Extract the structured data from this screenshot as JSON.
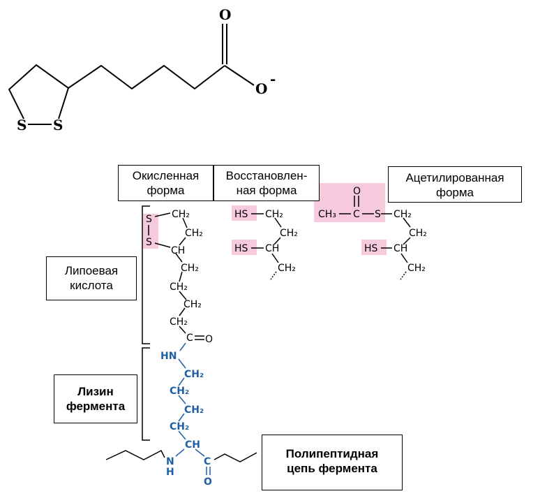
{
  "colors": {
    "lysine_blue": "#1f5fa5",
    "highlight_pink": "#f6c9dc",
    "bond_black": "#000000"
  },
  "top_molecule": {
    "o_double": "O",
    "o_minus": "O",
    "charge": "-",
    "s1": "S",
    "s2": "S"
  },
  "boxes": {
    "oxidized": {
      "line1": "Окисленная",
      "line2": "форма"
    },
    "reduced": {
      "line1": "Восстановлен-",
      "line2": "ная форма"
    },
    "acetylated": {
      "line1": "Ацетилированная",
      "line2": "форма"
    },
    "lipoic": {
      "line1": "Липоевая",
      "line2": "кислота"
    },
    "lysine": {
      "line1": "Лизин",
      "line2": "фермента"
    },
    "polypeptide": {
      "line1": "Полипептидная",
      "line2": "цепь фермента"
    }
  },
  "atoms": {
    "ox_s1": "S",
    "ox_s2": "S",
    "ox_ch2_1": "CH₂",
    "ox_ch2_2": "CH₂",
    "ox_ch": "CH",
    "ox_ch2_3": "CH₂",
    "ox_ch2_4": "CH₂",
    "ox_ch2_5": "CH₂",
    "ox_ch2_6": "CH₂",
    "ox_c": "C",
    "ox_o": "O",
    "lys_hn": "HN",
    "lys_ch2_1": "CH₂",
    "lys_ch2_2": "CH₂",
    "lys_ch2_3": "CH₂",
    "lys_ch2_4": "CH₂",
    "lys_ch": "CH",
    "lys_n": "N",
    "lys_h": "H",
    "lys_c": "C",
    "lys_o": "O",
    "red_hs1": "HS",
    "red_ch2_1": "CH₂",
    "red_ch2_2": "CH₂",
    "red_hs2": "HS",
    "red_ch": "CH",
    "red_ch2_3": "CH₂",
    "ac_ch3": "CH₃",
    "ac_c": "C",
    "ac_o": "O",
    "ac_s": "S",
    "ac_ch2_1": "CH₂",
    "ac_ch2_2": "CH₂",
    "ac_hs": "HS",
    "ac_ch": "CH",
    "ac_ch2_3": "CH₂"
  }
}
